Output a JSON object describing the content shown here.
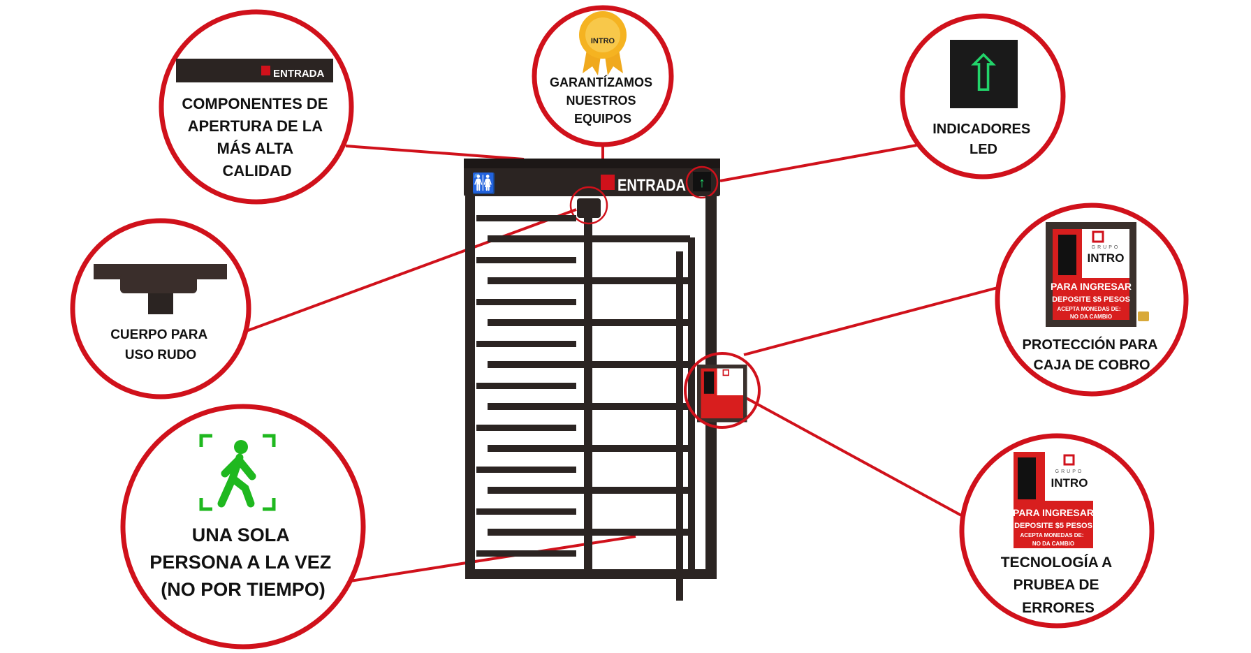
{
  "colors": {
    "accent": "#d0111b",
    "led": "#22d46a",
    "walk": "#1fb81f"
  },
  "turnstile": {
    "sign_text": "ENTRADA"
  },
  "callouts": {
    "components": {
      "lines": [
        "COMPONENTES DE",
        "APERTURA DE LA",
        "MÁS ALTA",
        "CALIDAD"
      ],
      "sign_text": "ENTRADA"
    },
    "guarantee": {
      "lines": [
        "GARANTÍZAMOS",
        "NUESTROS",
        "EQUIPOS"
      ],
      "badge_text": "INTRO"
    },
    "led": {
      "lines": [
        "INDICADORES",
        "LED"
      ]
    },
    "body": {
      "lines": [
        "CUERPO PARA",
        "USO RUDO"
      ]
    },
    "protection": {
      "lines": [
        "PROTECCIÓN PARA",
        "CAJA DE COBRO"
      ]
    },
    "single_person": {
      "lines": [
        "UNA SOLA",
        "PERSONA A LA VEZ",
        "(NO POR TIEMPO)"
      ]
    },
    "error_proof": {
      "lines": [
        "TECNOLOGÍA A",
        "PRUBEA DE",
        "ERRORES"
      ]
    }
  },
  "coinbox": {
    "brand_small": "GRUPO",
    "brand": "INTRO",
    "no_change_small": "NO DA CAMBIO",
    "line1": "PARA INGRESAR",
    "line2": "DEPOSITE $5 PESOS",
    "line3": "ACEPTA MONEDAS DE:",
    "line4": "NO DA CAMBIO"
  }
}
